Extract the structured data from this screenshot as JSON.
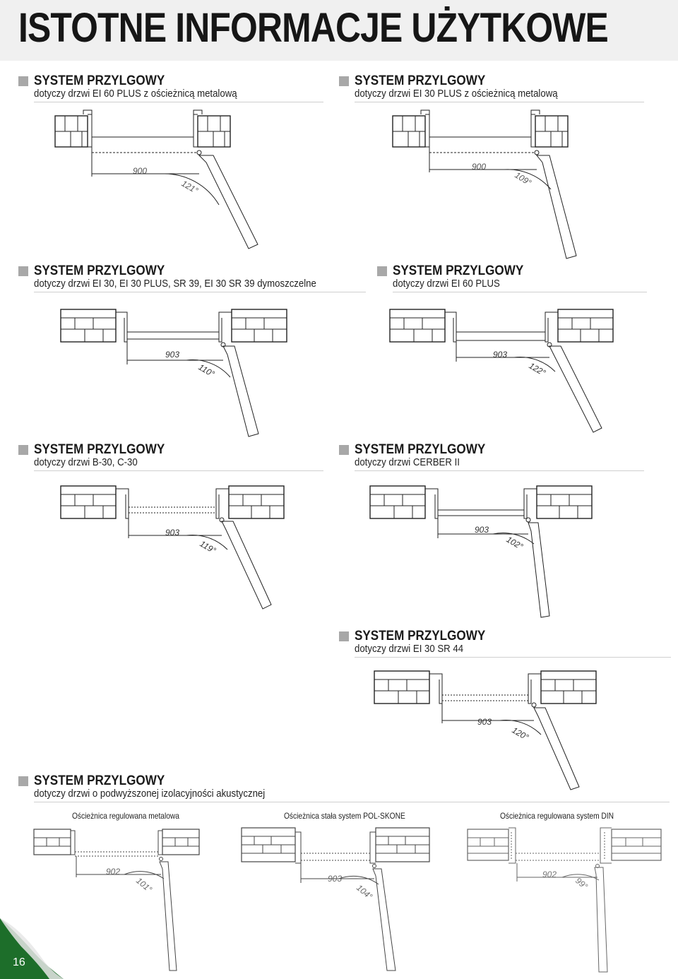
{
  "page": {
    "title": "ISTOTNE INFORMACJE UŻYTKOWE",
    "number": "16"
  },
  "colors": {
    "header_bg": "#f0f0f0",
    "bullet": "#a8a8a8",
    "corner_green": "#1d6e2a"
  },
  "sections": [
    {
      "title": "SYSTEM PRZYLGOWY",
      "subtitle": "dotyczy drzwi EI 60 PLUS z ościeżnicą metalową",
      "width": "900",
      "angle": "121°"
    },
    {
      "title": "SYSTEM PRZYLGOWY",
      "subtitle": "dotyczy drzwi EI 30 PLUS z ościeżnicą metalową",
      "width": "900",
      "angle": "109°"
    },
    {
      "title": "SYSTEM PRZYLGOWY",
      "subtitle": "dotyczy drzwi EI 30, EI 30 PLUS, SR 39, EI 30 SR 39 dymoszczelne",
      "width": "903",
      "angle": "110°"
    },
    {
      "title": "SYSTEM PRZYLGOWY",
      "subtitle": "dotyczy drzwi EI 60 PLUS",
      "width": "903",
      "angle": "122°"
    },
    {
      "title": "SYSTEM PRZYLGOWY",
      "subtitle": "dotyczy drzwi B-30, C-30",
      "width": "903",
      "angle": "119°"
    },
    {
      "title": "SYSTEM PRZYLGOWY",
      "subtitle": "dotyczy drzwi CERBER II",
      "width": "903",
      "angle": "102°"
    },
    {
      "title": "SYSTEM PRZYLGOWY",
      "subtitle": "dotyczy drzwi EI 30 SR 44",
      "width": "903",
      "angle": "120°"
    },
    {
      "title": "SYSTEM PRZYLGOWY",
      "subtitle": "dotyczy drzwi o podwyższonej izolacyjności akustycznej"
    }
  ],
  "acoustic": [
    {
      "caption": "Ościeżnica regulowana metalowa",
      "width": "902",
      "angle": "101°"
    },
    {
      "caption": "Ościeżnica stała system POL-SKONE",
      "width": "903",
      "angle": "104°"
    },
    {
      "caption": "Ościeżnica regulowana system DIN",
      "width": "902",
      "angle": "99°"
    }
  ]
}
